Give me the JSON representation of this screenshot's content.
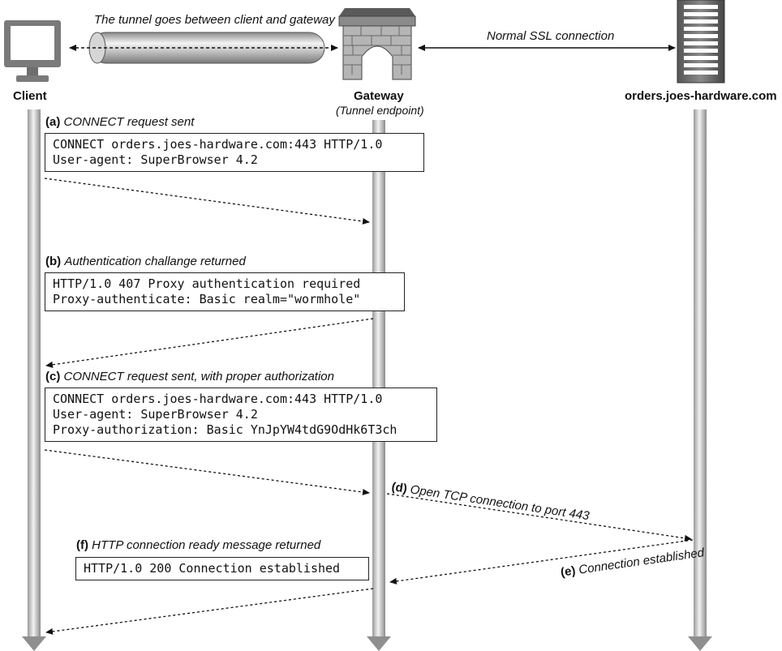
{
  "actors": {
    "client": "Client",
    "gateway": "Gateway",
    "gateway_sub": "(Tunnel endpoint)",
    "server": "orders.joes-hardware.com"
  },
  "top_labels": {
    "tunnel": "The tunnel goes between client and gateway",
    "ssl": "Normal SSL connection"
  },
  "steps": {
    "a": {
      "letter": "(a)",
      "text": "CONNECT request sent",
      "lines": [
        "CONNECT orders.joes-hardware.com:443 HTTP/1.0",
        "User-agent: SuperBrowser 4.2"
      ]
    },
    "b": {
      "letter": "(b)",
      "text": "Authentication challange returned",
      "lines": [
        "HTTP/1.0 407 Proxy authentication required",
        "Proxy-authenticate: Basic realm=\"wormhole\""
      ]
    },
    "c": {
      "letter": "(c)",
      "text": "CONNECT request sent, with proper authorization",
      "lines": [
        "CONNECT orders.joes-hardware.com:443 HTTP/1.0",
        "User-agent: SuperBrowser 4.2",
        "Proxy-authorization: Basic YnJpYW4tdG9OdHk6T3ch"
      ]
    },
    "d": {
      "letter": "(d)",
      "text": "Open TCP connection to port 443"
    },
    "e": {
      "letter": "(e)",
      "text": "Connection established"
    },
    "f": {
      "letter": "(f)",
      "text": "HTTP connection ready message returned",
      "lines": [
        "HTTP/1.0 200 Connection established"
      ]
    }
  },
  "icons": {
    "client": "computer-monitor-icon",
    "gateway": "brick-archway-icon",
    "server": "server-tower-icon"
  }
}
